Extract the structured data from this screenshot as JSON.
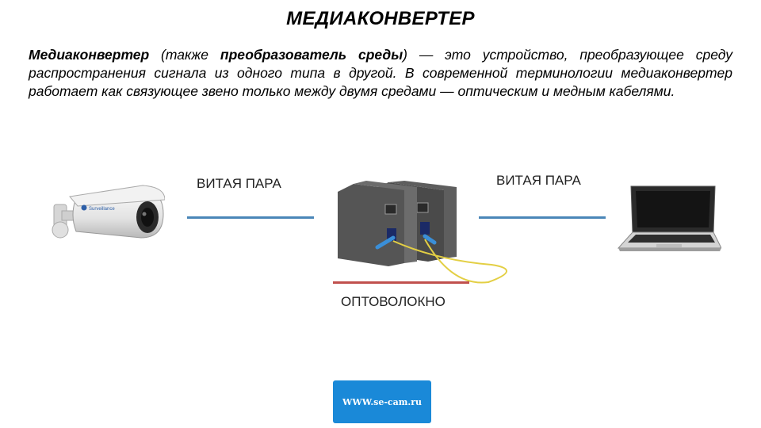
{
  "title": "МЕДИАКОНВЕРТЕР",
  "description": {
    "term": "Медиаконвертер",
    "part1": " (также ",
    "alias": "преобразователь среды",
    "part2": ") — это устройство, преобразующее среду распространения сигнала из одного типа в другой. В современной терминологии медиаконвертер работает как связующее звено только между двумя средами — оптическим и медным кабелями."
  },
  "labels": {
    "twisted_pair_left": "ВИТАЯ ПАРА",
    "twisted_pair_right": "ВИТАЯ ПАРА",
    "fiber": "ОПТОВОЛОКНО"
  },
  "devices": {
    "camera_brand": "Surveillance"
  },
  "colors": {
    "twisted_pair_line": "#4a86b8",
    "fiber_line": "#c0504d",
    "button": "#1a89d8"
  },
  "footer": {
    "site": "WWW.se-cam.ru"
  }
}
